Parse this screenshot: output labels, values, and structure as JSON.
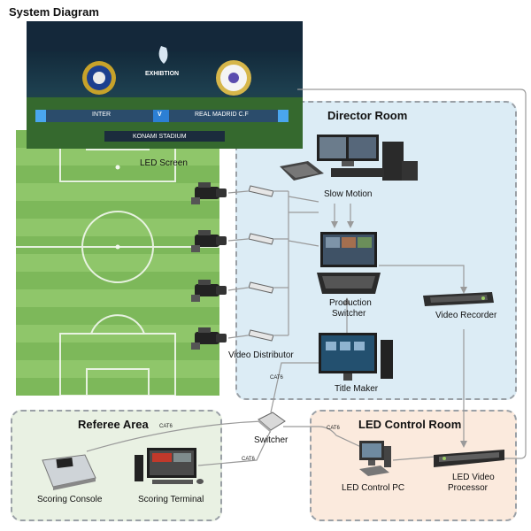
{
  "title": "System Diagram",
  "zones": {
    "director": "Director Room",
    "referee": "Referee Area",
    "led_control": "LED Control Room"
  },
  "screen": {
    "badge": "EXHIBTION",
    "team_left": "INTER",
    "vs": "V",
    "team_right": "REAL MADRID C.F",
    "stadium": "KONAMI STADIUM",
    "label": "LED Screen"
  },
  "labels": {
    "slow_motion": "Slow Motion",
    "production_switcher_line1": "Production",
    "production_switcher_line2": "Switcher",
    "video_recorder": "Video Recorder",
    "video_distributor": "Video Distributor",
    "title_maker": "Title Maker",
    "switcher": "Switcher",
    "scoring_console": "Scoring Console",
    "scoring_terminal": "Scoring Terminal",
    "led_control_pc": "LED Control PC",
    "led_video_processor_line1": "LED Video",
    "led_video_processor_line2": "Processor"
  },
  "cables": {
    "cat_a": "CAT6",
    "cat_b": "CAT6",
    "cat_c": "CAT6",
    "cat_d": "CAT6"
  },
  "colors": {
    "director_fill": "#dcecf5",
    "referee_fill": "#e9f1e3",
    "led_fill": "#fbeadd",
    "pitch_light": "#8fc66a",
    "pitch_dark": "#7db85a",
    "wire": "#9a9a9a"
  }
}
